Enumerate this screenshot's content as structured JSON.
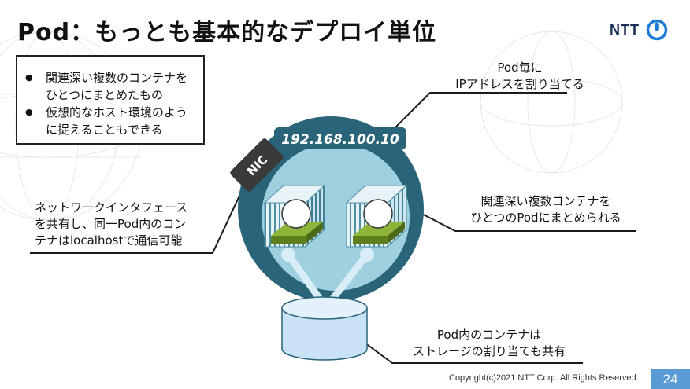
{
  "slide": {
    "title": "Pod：もっとも基本的なデプロイ単位",
    "logo_text": "NTT",
    "bullets": [
      "関連深い複数のコンテナをひとつにまとめたもの",
      "仮想的なホスト環境のように捉えることもできる"
    ],
    "callouts": {
      "ip_line1": "Pod毎に",
      "ip_line2": "IPアドレスを割り当てる",
      "containers_line1": "関連深い複数コンテナを",
      "containers_line2": "ひとつのPodにまとめられる",
      "network_line1": "ネットワークインタフェース",
      "network_line2": "を共有し、同一Pod内のコン",
      "network_line3": "テナはlocalhostで通信可能",
      "storage_line1": "Pod内のコンテナは",
      "storage_line2": "ストレージの割り当ても共有"
    },
    "diagram": {
      "ip_address": "192.168.100.10",
      "nic_label": "NIC"
    },
    "footer": {
      "copyright": "Copyright(c)2021 NTT Corp. All Rights Reserved.",
      "page_number": "24"
    },
    "colors": {
      "pod_dark": "#2a6479",
      "pod_light": "#9ed0df",
      "container_stripe": "#4f8fa3",
      "container_tray": "#6b8e23",
      "storage": "#c9e2f5",
      "accent_blue": "#1b7bd6",
      "page_badge": "#5b9bd5"
    }
  }
}
